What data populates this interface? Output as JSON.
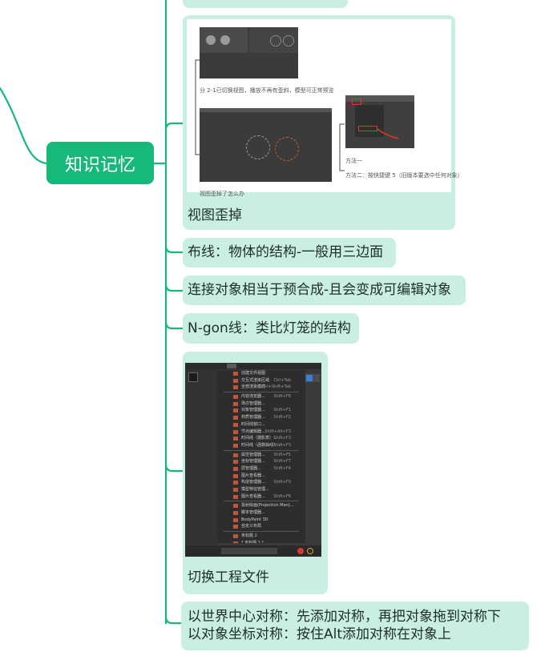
{
  "central": {
    "label": "知识记忆"
  },
  "branches": {
    "view_tilt": {
      "label": "视图歪掉"
    },
    "topology": {
      "label": "布线：物体的结构-一般用三边面"
    },
    "connect": {
      "label": "连接对象相当于预合成-且会变成可编辑对象"
    },
    "ngon": {
      "label": "N-gon线：类比灯笼的结构"
    },
    "switch_project": {
      "label": "切换工程文件"
    },
    "symmetry": {
      "line1": "以世界中心对称：先添加对称，再把对象拖到对称下",
      "line2": "以对象坐标对称：按住Alt添加对称在对象上"
    }
  },
  "thumb_captions": {
    "top_left": "分 2-1已切换视图，播放不再有歪斜，模型可正常预览",
    "bottom_left": "视图歪掉了怎么办",
    "method_1": "方法一",
    "method_2": "方法二：按快捷键 5（旧版本要选中任何对象）"
  },
  "menu": {
    "items": [
      {
        "label": "创建文件视图",
        "shortcut": ""
      },
      {
        "label": "交互式渲染区域",
        "shortcut": "Ctrl+Tab"
      },
      {
        "label": "全部渲染模式",
        "shortcut": "Ctrl+Shift+Tab"
      },
      {
        "label": "内容浏览器...",
        "shortcut": "Shift+F8"
      },
      {
        "label": "场次管理器...",
        "shortcut": ""
      },
      {
        "label": "对象管理器...",
        "shortcut": "Shift+F1"
      },
      {
        "label": "材质管理器...",
        "shortcut": "Shift+F2"
      },
      {
        "label": "时间线窗口...",
        "shortcut": ""
      },
      {
        "label": "节点编辑器...",
        "shortcut": "Shift+Alt+F3"
      },
      {
        "label": "时间线（摄影表）...",
        "shortcut": "Shift+F3"
      },
      {
        "label": "时间线（函数曲线）...",
        "shortcut": "Shift+F3"
      },
      {
        "label": "属性管理器...",
        "shortcut": "Shift+F5"
      },
      {
        "label": "坐标管理器...",
        "shortcut": "Shift+F7"
      },
      {
        "label": "层管理器...",
        "shortcut": "Shift+F4"
      },
      {
        "label": "图片查看器...",
        "shortcut": ""
      },
      {
        "label": "构造管理器...",
        "shortcut": "Shift+F3"
      },
      {
        "label": "模型特征管理...",
        "shortcut": ""
      },
      {
        "label": "图片查看器...",
        "shortcut": "Shift+F6"
      },
      {
        "label": "投射绘画(Projection Man)...",
        "shortcut": ""
      },
      {
        "label": "脚本管理器...",
        "shortcut": ""
      },
      {
        "label": "BodyPaint 3D",
        "shortcut": ""
      },
      {
        "label": "自定义布局",
        "shortcut": ""
      },
      {
        "label": "未标题 2",
        "shortcut": ""
      },
      {
        "label": "* 未标题 1 *",
        "shortcut": ""
      }
    ]
  },
  "colors": {
    "central_fill": "#16b97a",
    "node_fill": "#c9efe0",
    "connector": "#16b97a"
  }
}
